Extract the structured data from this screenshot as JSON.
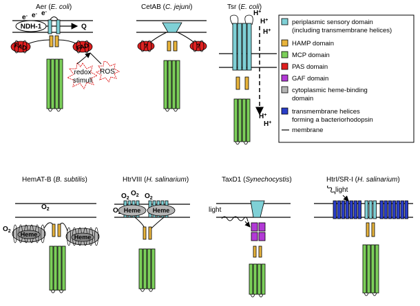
{
  "colors": {
    "periplasmic": "#7fd0d6",
    "hamp": "#e8b43c",
    "mcp": "#7ccf5a",
    "pas": "#e02020",
    "gaf": "#b23ad6",
    "heme": "#b4b4b4",
    "bacteriorhodopsin": "#2a3ec8"
  },
  "panels": {
    "aer": {
      "name": "Aer",
      "organism": "E. coli",
      "ndh": "NDH-1",
      "q": "Q",
      "electron": "e",
      "electron_charge": "-",
      "fad": "FAD",
      "redox": "redox",
      "stimuli": "stimuli",
      "ros": "ROS"
    },
    "cetab": {
      "name": "CetAB",
      "organism": "C. jejuni",
      "fad": "?"
    },
    "tsr": {
      "name": "Tsr",
      "organism": "E. coli",
      "proton": "H",
      "charge": "+"
    },
    "hemat": {
      "name": "HemAT-B",
      "organism": "B. subtilis",
      "o2": "O",
      "sub2": "2",
      "heme": "Heme"
    },
    "htrviii": {
      "name": "HtrVIII",
      "organism": "H. salinarium",
      "o2": "O",
      "sub2": "2",
      "heme": "Heme"
    },
    "taxd1": {
      "name": "TaxD1",
      "organism": "Synechocystis",
      "light": "light"
    },
    "htri": {
      "name": "HtrI/SR-I",
      "organism": "H. salinarium",
      "light": "light"
    }
  },
  "legend": {
    "items": [
      {
        "key": "periplasmic",
        "line1": "periplasmic sensory domain",
        "line2": "(including transmembrane helices)"
      },
      {
        "key": "hamp",
        "line1": "HAMP domain",
        "line2": ""
      },
      {
        "key": "mcp",
        "line1": "MCP domain",
        "line2": ""
      },
      {
        "key": "pas",
        "line1": "PAS domain",
        "line2": ""
      },
      {
        "key": "gaf",
        "line1": "GAF domain",
        "line2": ""
      },
      {
        "key": "heme",
        "line1": "cytoplasmic heme-binding",
        "line2": "domain"
      },
      {
        "key": "bacteriorhodopsin",
        "line1": "transmembrane helices",
        "line2": "forming a bacteriorhodopsin"
      }
    ],
    "membrane": "membrane"
  }
}
